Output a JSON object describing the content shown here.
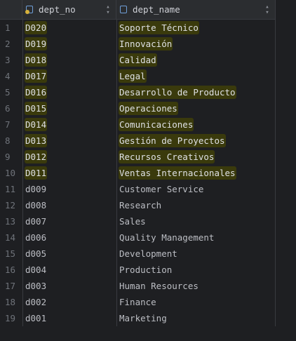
{
  "columns": {
    "dept_no": "dept_no",
    "dept_name": "dept_name"
  },
  "colors": {
    "background": "#1e1f22",
    "header": "#2b2d30",
    "highlight": "#3a3a0c",
    "text": "#bcbec4",
    "row_number": "#6f737a"
  },
  "rows": [
    {
      "n": "1",
      "dept_no": "D020",
      "dept_name": "Soporte Técnico",
      "highlighted": true
    },
    {
      "n": "2",
      "dept_no": "D019",
      "dept_name": "Innovación",
      "highlighted": true
    },
    {
      "n": "3",
      "dept_no": "D018",
      "dept_name": "Calidad",
      "highlighted": true
    },
    {
      "n": "4",
      "dept_no": "D017",
      "dept_name": "Legal",
      "highlighted": true
    },
    {
      "n": "5",
      "dept_no": "D016",
      "dept_name": "Desarrollo de Producto",
      "highlighted": true
    },
    {
      "n": "6",
      "dept_no": "D015",
      "dept_name": "Operaciones",
      "highlighted": true
    },
    {
      "n": "7",
      "dept_no": "D014",
      "dept_name": "Comunicaciones",
      "highlighted": true
    },
    {
      "n": "8",
      "dept_no": "D013",
      "dept_name": "Gestión de Proyectos",
      "highlighted": true
    },
    {
      "n": "9",
      "dept_no": "D012",
      "dept_name": "Recursos Creativos",
      "highlighted": true
    },
    {
      "n": "10",
      "dept_no": "D011",
      "dept_name": "Ventas Internacionales",
      "highlighted": true
    },
    {
      "n": "11",
      "dept_no": "d009",
      "dept_name": "Customer Service",
      "highlighted": false
    },
    {
      "n": "12",
      "dept_no": "d008",
      "dept_name": "Research",
      "highlighted": false
    },
    {
      "n": "13",
      "dept_no": "d007",
      "dept_name": "Sales",
      "highlighted": false
    },
    {
      "n": "14",
      "dept_no": "d006",
      "dept_name": "Quality Management",
      "highlighted": false
    },
    {
      "n": "15",
      "dept_no": "d005",
      "dept_name": "Development",
      "highlighted": false
    },
    {
      "n": "16",
      "dept_no": "d004",
      "dept_name": "Production",
      "highlighted": false
    },
    {
      "n": "17",
      "dept_no": "d003",
      "dept_name": "Human Resources",
      "highlighted": false
    },
    {
      "n": "18",
      "dept_no": "d002",
      "dept_name": "Finance",
      "highlighted": false
    },
    {
      "n": "19",
      "dept_no": "d001",
      "dept_name": "Marketing",
      "highlighted": false
    }
  ]
}
